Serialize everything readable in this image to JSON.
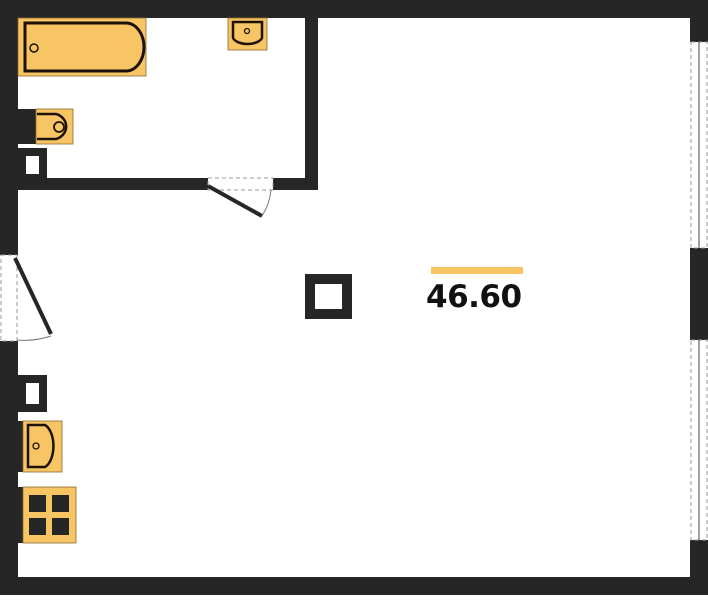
{
  "plan": {
    "area_label": "46.60",
    "colors": {
      "wall": "#262626",
      "fixture": "#f7c564",
      "accent": "#f7c564",
      "outline": "#1e1208"
    },
    "fixtures": [
      "bathtub",
      "bathroom-sink",
      "toilet",
      "kitchen-sink",
      "stove"
    ],
    "icons": [
      "door-icon",
      "window-icon",
      "column-icon",
      "shaft-icon"
    ]
  }
}
